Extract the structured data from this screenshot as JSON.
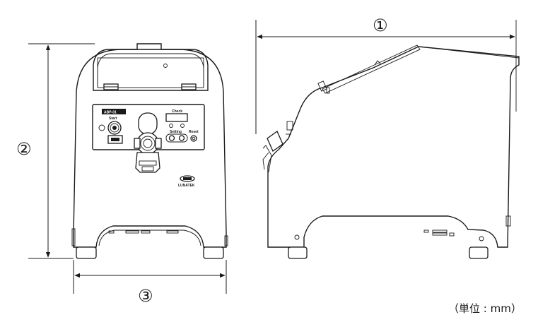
{
  "dimension_labels": {
    "depth": "①",
    "height": "②",
    "width": "③"
  },
  "panel_labels": {
    "model": "ABP-01",
    "check": "Check",
    "start": "Start",
    "setting": "Setting",
    "reset": "Reset",
    "brand": "LUNATEK"
  },
  "unit_note": "（単位 : mm）"
}
